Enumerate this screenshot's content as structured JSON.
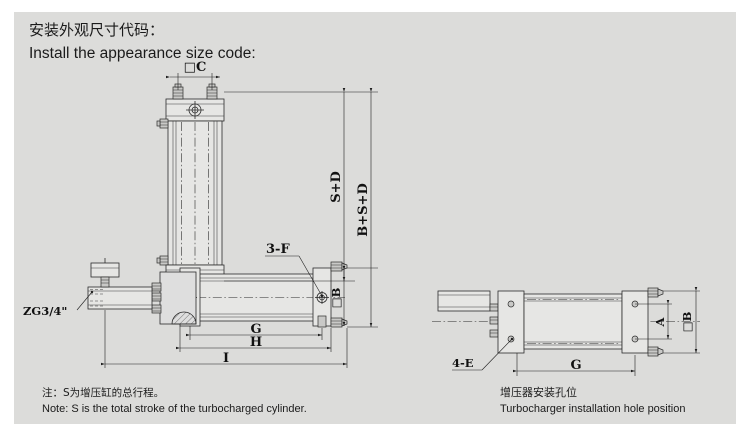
{
  "page": {
    "background_color": "#ffffff",
    "canvas_color": "#dcdcda",
    "line_color": "#2b2b2b"
  },
  "heading": {
    "title_cn": "安装外观尺寸代码：",
    "title_en": "Install the appearance size code:"
  },
  "main_view": {
    "labels": {
      "square_c": "□C",
      "s_plus_d": "S+D",
      "b_plus_s_plus_d": "B+S+D",
      "square_b": "□B",
      "three_f": "3-F",
      "zg_port": "ZG3/4\"",
      "g": "G",
      "h": "H",
      "i": "I"
    }
  },
  "right_view": {
    "labels": {
      "four_e": "4-E",
      "g": "G",
      "a": "A",
      "square_b": "□B"
    },
    "caption_cn": "增压器安装孔位",
    "caption_en": "Turbocharger installation hole position"
  },
  "notes": {
    "note_cn": "注：S为增压缸的总行程。",
    "note_en": "Note: S is the total stroke of the turbocharged cylinder."
  }
}
